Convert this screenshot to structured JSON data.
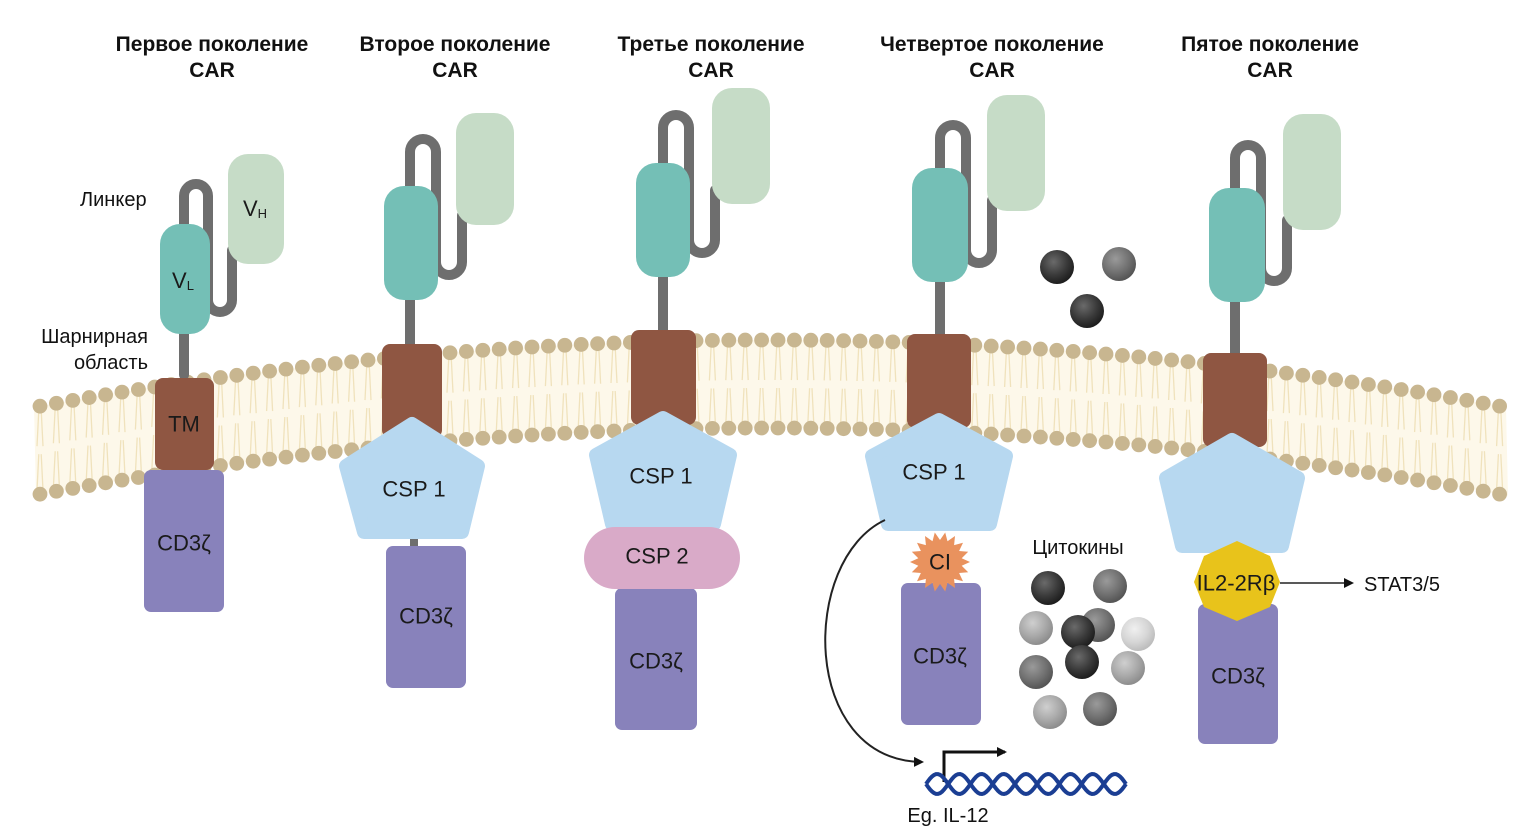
{
  "colors": {
    "vl": "#74bfb6",
    "vh": "#c6dcc7",
    "linker": "#6e6e6e",
    "tm": "#8f5642",
    "csp1": "#b7d8f0",
    "csp2": "#d9aac8",
    "cd3z": "#8882bb",
    "ci": "#e9925e",
    "il2": "#e8c31b",
    "lipid_head": "#c8b690",
    "lipid_tail": "#f0e2bc",
    "dna": "#1b3e93"
  },
  "generations": [
    {
      "title_line1": "Первое поколение",
      "title_line2": "CAR",
      "vl_label": "V",
      "vl_sub": "L",
      "vh_label": "V",
      "vh_sub": "H",
      "tm_label": "TM",
      "cd3z_label": "CD3ζ"
    },
    {
      "title_line1": "Второе поколение",
      "title_line2": "CAR",
      "csp1_label": "CSP 1",
      "cd3z_label": "CD3ζ"
    },
    {
      "title_line1": "Третье поколение",
      "title_line2": "CAR",
      "csp1_label": "CSP 1",
      "csp2_label": "CSP 2",
      "cd3z_label": "CD3ζ"
    },
    {
      "title_line1": "Четвертое поколение",
      "title_line2": "CAR",
      "csp1_label": "CSP 1",
      "ci_label": "CI",
      "cd3z_label": "CD3ζ",
      "cytokines_label": "Цитокины",
      "gene_label": "Eg. IL-12"
    },
    {
      "title_line1": "Пятое поколение",
      "title_line2": "CAR",
      "il2_label": "IL2-2Rβ",
      "cd3z_label": "CD3ζ",
      "stat_label": "STAT3/5"
    }
  ],
  "annotations": {
    "linker": "Линкер",
    "hinge_line1": "Шарнирная",
    "hinge_line2": "область"
  }
}
